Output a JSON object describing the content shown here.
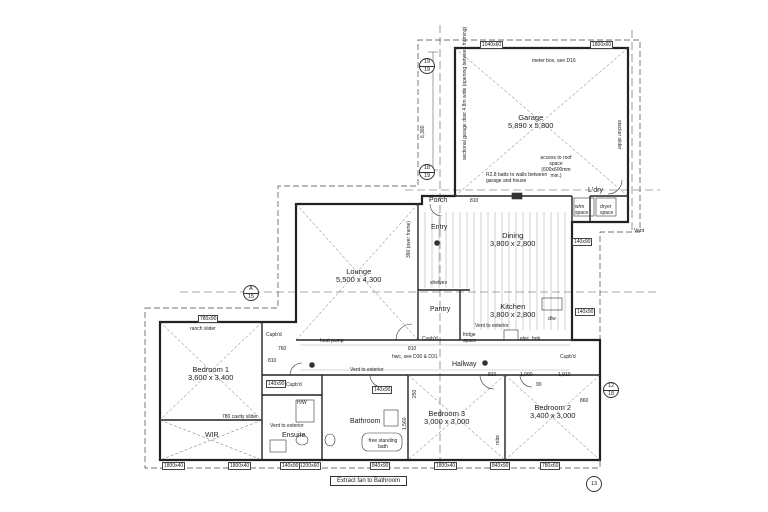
{
  "rooms": {
    "garage": {
      "name": "Garage",
      "size": "5,890 x 5,800"
    },
    "dining": {
      "name": "Dining",
      "size": "3,800 x 2,800"
    },
    "lounge": {
      "name": "Lounge",
      "size": "5,500 x 4,300"
    },
    "kitchen": {
      "name": "Kitchen",
      "size": "3,800 x 2,800"
    },
    "bedroom1": {
      "name": "Bedroom 1",
      "size": "3,600 x 3,400"
    },
    "bedroom2": {
      "name": "Bedroom 2",
      "size": "3,400 x 3,000"
    },
    "bedroom3": {
      "name": "Bedroom 3",
      "size": "3,000 x 3,000"
    },
    "hallway": "Hallway",
    "bathroom": "Bathroom",
    "ensuite": "Ensuite",
    "wir": "WIR",
    "pantry": "Pantry",
    "entry": "Entry",
    "porch": "Porch",
    "ldry": "L'dry"
  },
  "notes": {
    "meter_box": "meter box, see D16",
    "garage_batts": "R2.8 batts to walls between garage and house",
    "access": "access to roof space (600x600mm min.)",
    "sectional_door": "sectional garage door 4.8m wide (opening between framing)",
    "dims_6380": "6,380",
    "frame_390": "390 (over frame)",
    "heat_pump": "heat pump",
    "vent_ext_1": "Vent to exterior",
    "vent_ext_2": "Vent to exterior",
    "vent_ext_3": "Vent to exterior",
    "hwc": "hwc, see D30 & D31",
    "fridge": "fridge space",
    "shelves": "shelves",
    "wm": "w/m space",
    "dryer": "dryer space",
    "robe": "robe",
    "ranch_slider": "ranch slider",
    "cavity_slider": "780 cavity slider",
    "cupbd": "Cupb'd",
    "cupbd2": "Cupb'd",
    "cupbd3": "Cupb'd",
    "cupbd4": "Cupb'd",
    "free_bath": "free standing bath",
    "extract_fan": "Extract fan to Bathroom",
    "elec_hob": "elec. hob",
    "dw": "d/w",
    "stacker": "stacker slider",
    "hw": "H/W",
    "vent": "Vent",
    "dim_1000": "1,000",
    "dim_1910": "1,910",
    "dim_1560": "1,560",
    "dim_250": "250",
    "dim_810a": "810",
    "dim_810b": "810",
    "dim_810c": "810",
    "dim_810d": "810",
    "dim_760": "760",
    "dim_860": "860",
    "dim_90": "90"
  },
  "windows": {
    "w1": "1040x60",
    "w2": "1800x60",
    "w3": "780x90",
    "w4": "1800x40",
    "w5": "1800x40",
    "w6": "1800x40",
    "w7": "780x60",
    "w8": "1200x60",
    "w9": "840x90",
    "w10": "840x90",
    "w11": "140x90",
    "w12": "140x90",
    "w13": "140x90",
    "w14": "140x90",
    "w15": "140x90"
  },
  "markers": {
    "section": {
      "letter": "A",
      "sheet": "15"
    },
    "g1": {
      "top": "19",
      "bottom": "19"
    },
    "g2": {
      "top": "18",
      "bottom": "19"
    },
    "g3": {
      "top": "12",
      "bottom": "18"
    },
    "g4": "13"
  },
  "colors": {
    "line": "#333333",
    "wall": "#222222",
    "dash": "#555555"
  }
}
